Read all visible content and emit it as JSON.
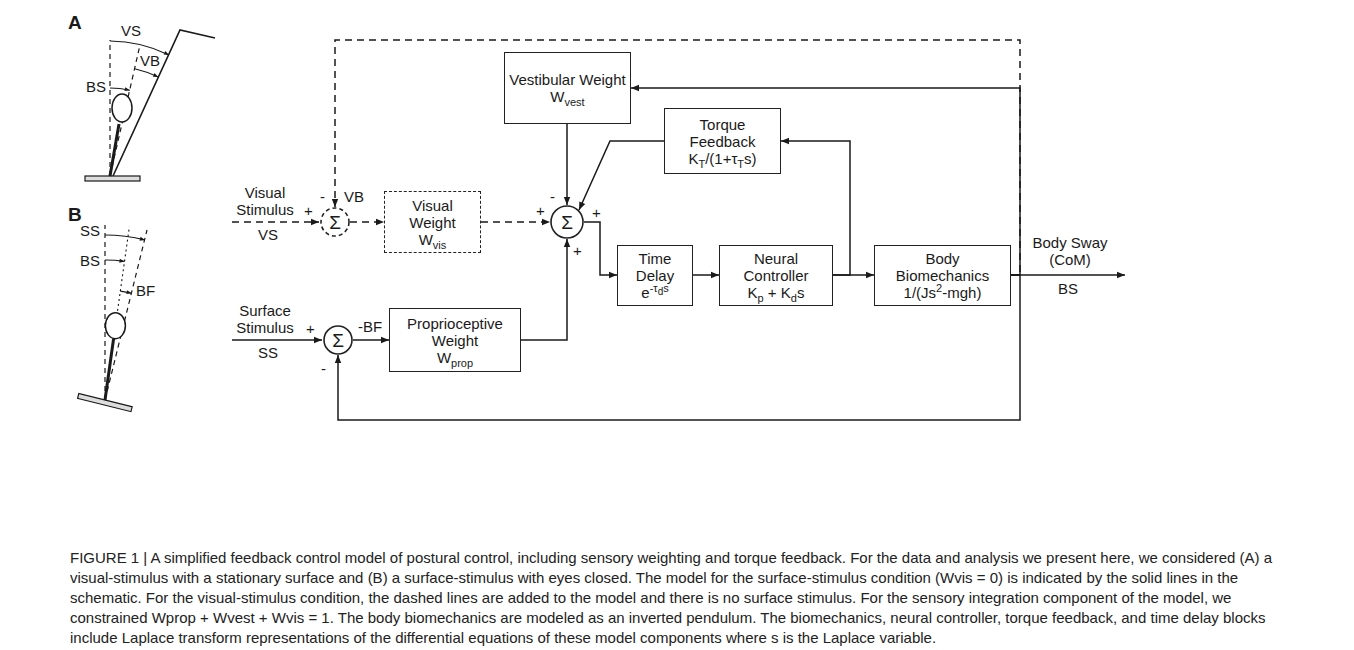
{
  "diagram": {
    "caption": "FIGURE 1 | A simplified feedback control model of postural control, including sensory weighting and torque feedback. For the data and analysis we present here, we considered (A) a visual-stimulus with a stationary surface and (B) a surface-stimulus with eyes closed. The model for the surface-stimulus condition (Wvis = 0) is indicated by the solid lines in the schematic. For the visual-stimulus condition, the dashed lines are added to the model and there is no surface stimulus. For the sensory integration component of the model, we constrained Wprop + Wvest + Wvis = 1. The body biomechanics are modeled as an inverted pendulum. The biomechanics, neural controller, torque feedback, and time delay blocks include Laplace transform representations of the differential equations of these model components where s is the Laplace variable.",
    "nodes": [
      {
        "text": [
          "Vestibular Weight",
          "W",
          "vest"
        ]
      },
      {
        "text": [
          "Torque Feedback",
          "K",
          "T",
          "/(1+τ",
          "T",
          "s)"
        ]
      },
      {
        "text": [
          "Σ"
        ]
      },
      {
        "text": [
          "Visual Weight",
          "W",
          "vis"
        ]
      },
      {
        "text": [
          "Σ"
        ]
      },
      {
        "text": [
          "Time Delay",
          "e",
          "-τ",
          "d",
          "s"
        ]
      },
      {
        "text": [
          "Neural Controller",
          "K",
          "p",
          " + K",
          "d",
          "s"
        ]
      },
      {
        "text": [
          "Body Biomechanics",
          "1/(Js",
          "2",
          "-mgh)"
        ]
      },
      {
        "text": [
          "Σ"
        ]
      },
      {
        "text": [
          "Proprioceptive Weight",
          "W",
          "prop"
        ]
      }
    ],
    "edges": [
      {
        "from": 7,
        "to": 0,
        "arrow": "to"
      },
      {
        "from": 0,
        "to": 4,
        "arrow": "to"
      },
      {
        "from": 6,
        "to": 1,
        "arrow": "to"
      },
      {
        "from": 1,
        "to": 4,
        "arrow": "to"
      },
      {
        "from": 7,
        "to": 2,
        "arrow": "to"
      },
      {
        "from": 2,
        "to": 3,
        "arrow": "to"
      },
      {
        "from": 3,
        "to": 4,
        "arrow": "to"
      },
      {
        "from": 4,
        "to": 5,
        "arrow": "to"
      },
      {
        "from": 5,
        "to": 6,
        "arrow": "to"
      },
      {
        "from": 6,
        "to": 7,
        "arrow": "to"
      },
      {
        "from": 7,
        "to": 8,
        "arrow": "to"
      },
      {
        "from": 8,
        "to": 9,
        "arrow": "to"
      },
      {
        "from": 9,
        "to": 4,
        "arrow": "to"
      }
    ],
    "labels": [
      "A",
      "VS",
      "VB",
      "BS",
      "B",
      "SS",
      "BS",
      "BF",
      "Visual Stimulus",
      "+",
      "VS",
      "-",
      "VB",
      "-",
      "+",
      "+",
      "+",
      "Surface Stimulus",
      "+",
      "SS",
      "-BF",
      "-",
      "Body Sway (CoM)",
      "BS"
    ]
  }
}
